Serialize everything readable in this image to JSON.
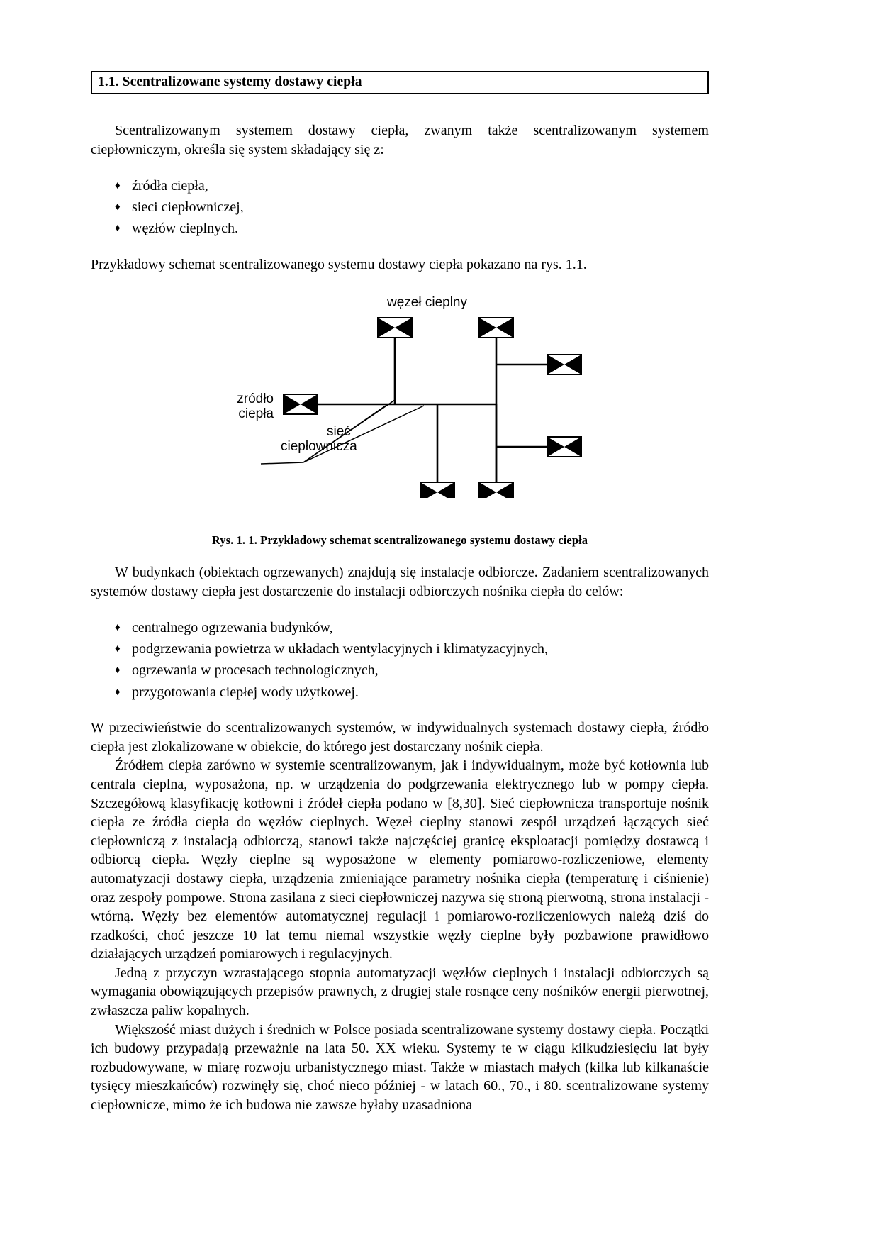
{
  "document": {
    "language": "pl",
    "heading": "1.1. Scentralizowane systemy dostawy ciepła",
    "intro_paragraph": "Scentralizowanym systemem dostawy ciepła, zwanym także scentralizowanym systemem ciepłowniczym, określa się system składający się z:",
    "intro_bullets": [
      "źródła ciepła,",
      "sieci ciepłowniczej,",
      "węzłów cieplnych."
    ],
    "figure_lead": "Przykładowy schemat scentralizowanego systemu dostawy ciepła pokazano na rys. 1.1.",
    "figure": {
      "caption": "Rys. 1. 1. Przykładowy schemat scentralizowanego systemu dostawy ciepła",
      "labels": {
        "node": "węzeł cieplny",
        "source_line1": "zródło",
        "source_line2": "ciepła",
        "network_line1": "sieć",
        "network_line2": "ciepłownicza"
      }
    },
    "paragraph_buildings": "W budynkach (obiektach ogrzewanych) znajdują się instalacje odbiorcze. Zadaniem scentralizowanych systemów dostawy ciepła jest dostarczenie do instalacji odbiorczych nośnika ciepła do celów:",
    "purpose_bullets": [
      "centralnego ogrzewania budynków,",
      "podgrzewania powietrza w układach wentylacyjnych i klimatyzacyjnych,",
      "ogrzewania w procesach technologicznych,",
      "przygotowania ciepłej wody użytkowej."
    ],
    "paragraph_contrast": "W przeciwieństwie do scentralizowanych systemów, w indywidualnych systemach dostawy ciepła, źródło ciepła jest zlokalizowane w obiekcie, do którego jest dostarczany nośnik ciepła.",
    "paragraph_source": "Źródłem ciepła zarówno w systemie scentralizowanym, jak i indywidualnym, może być kotłownia lub centrala cieplna, wyposażona, np. w urządzenia do podgrzewania elektrycznego lub w pompy ciepła. Szczegółową klasyfikację kotłowni i źródeł ciepła podano w [8,30].   Sieć ciepłownicza transportuje nośnik ciepła ze źródła ciepła do węzłów cieplnych. Węzeł cieplny stanowi zespół urządzeń łączących sieć ciepłowniczą z instalacją odbiorczą, stanowi także najczęściej granicę eksploatacji pomiędzy dostawcą i odbiorcą ciepła.   Węzły cieplne są wyposażone w elementy pomiarowo-rozliczeniowe, elementy automatyzacji dostawy ciepła, urządzenia zmieniające parametry nośnika ciepła (temperaturę i ciśnienie) oraz zespoły pompowe. Strona zasilana z sieci ciepłowniczej nazywa się stroną pierwotną, strona instalacji - wtórną. Węzły bez elementów automatycznej regulacji i pomiarowo-rozliczeniowych należą dziś do rzadkości, choć jeszcze 10 lat temu niemal wszystkie węzły cieplne były pozbawione prawidłowo działających urządzeń pomiarowych i regulacyjnych.",
    "paragraph_automation": "Jedną z przyczyn wzrastającego stopnia automatyzacji węzłów cieplnych i instalacji odbiorczych są wymagania obowiązujących przepisów prawnych, z drugiej stale rosnące ceny nośników energii pierwotnej, zwłaszcza paliw kopalnych.",
    "paragraph_cities": "Większość miast dużych i średnich w Polsce  posiada scentralizowane systemy dostawy ciepła. Początki ich budowy przypadają przeważnie na lata 50. XX wieku. Systemy te w ciągu kilkudziesięciu lat były rozbudowywane, w miarę rozwoju urbanistycznego miast. Także w miastach małych (kilka lub kilkanaście tysięcy mieszkańców) rozwinęły się, choć nieco później - w latach 60., 70., i 80. scentralizowane systemy ciepłownicze, mimo że ich budowa nie zawsze byłaby uzasadniona"
  },
  "glyphs": {
    "bullet_diamond": "♦"
  },
  "colors": {
    "ink": "#000000",
    "paper": "#ffffff"
  }
}
